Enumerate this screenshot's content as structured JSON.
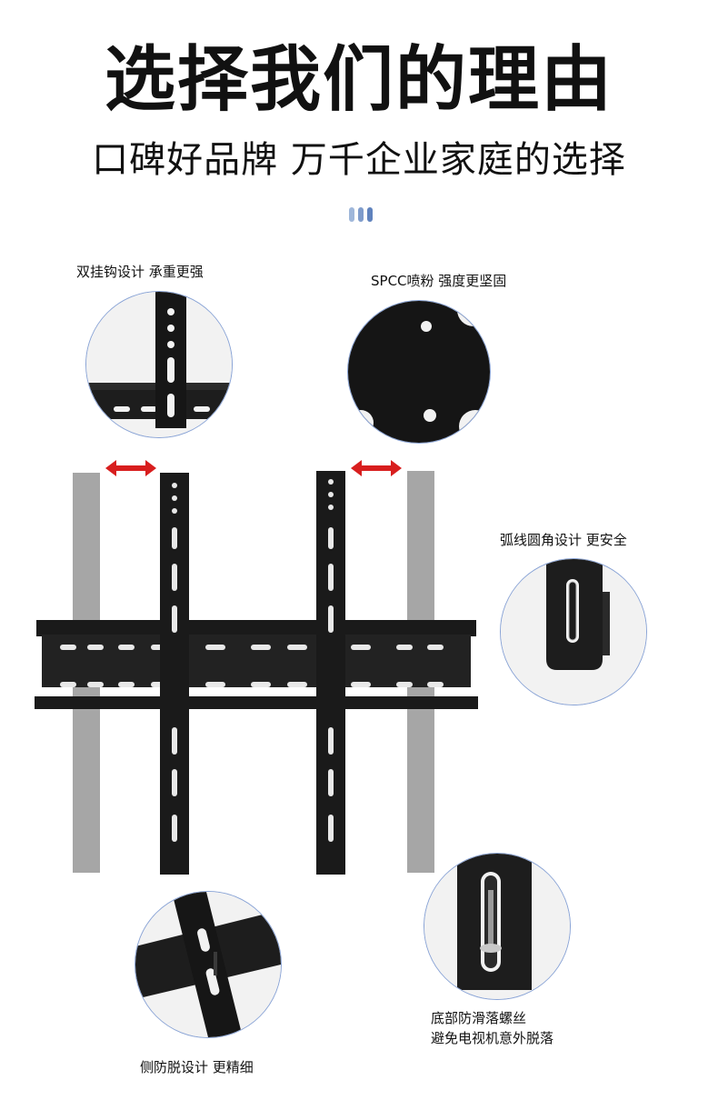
{
  "heading": {
    "title": "选择我们的理由",
    "subtitle": "口碑好品牌 万千企业家庭的选择"
  },
  "dots_colors": [
    "#9fb7da",
    "#7f9ccb",
    "#5f82bd"
  ],
  "features": {
    "hooks": "双挂钩设计 承重更强",
    "spcc": "SPCC喷粉 强度更坚固",
    "rounded": "弧线圆角设计 更安全",
    "screw_line1": "底部防滑落螺丝",
    "screw_line2": "避免电视机意外脱落",
    "anti_detach": "侧防脱设计 更精细"
  },
  "colors": {
    "bracket": "#1a1a1a",
    "bracket_ghost": "#a6a6a6",
    "arrow": "#d81e1e",
    "circle_border": "#8aa4d6"
  },
  "icons": {
    "arrow": "double-arrow-icon"
  }
}
